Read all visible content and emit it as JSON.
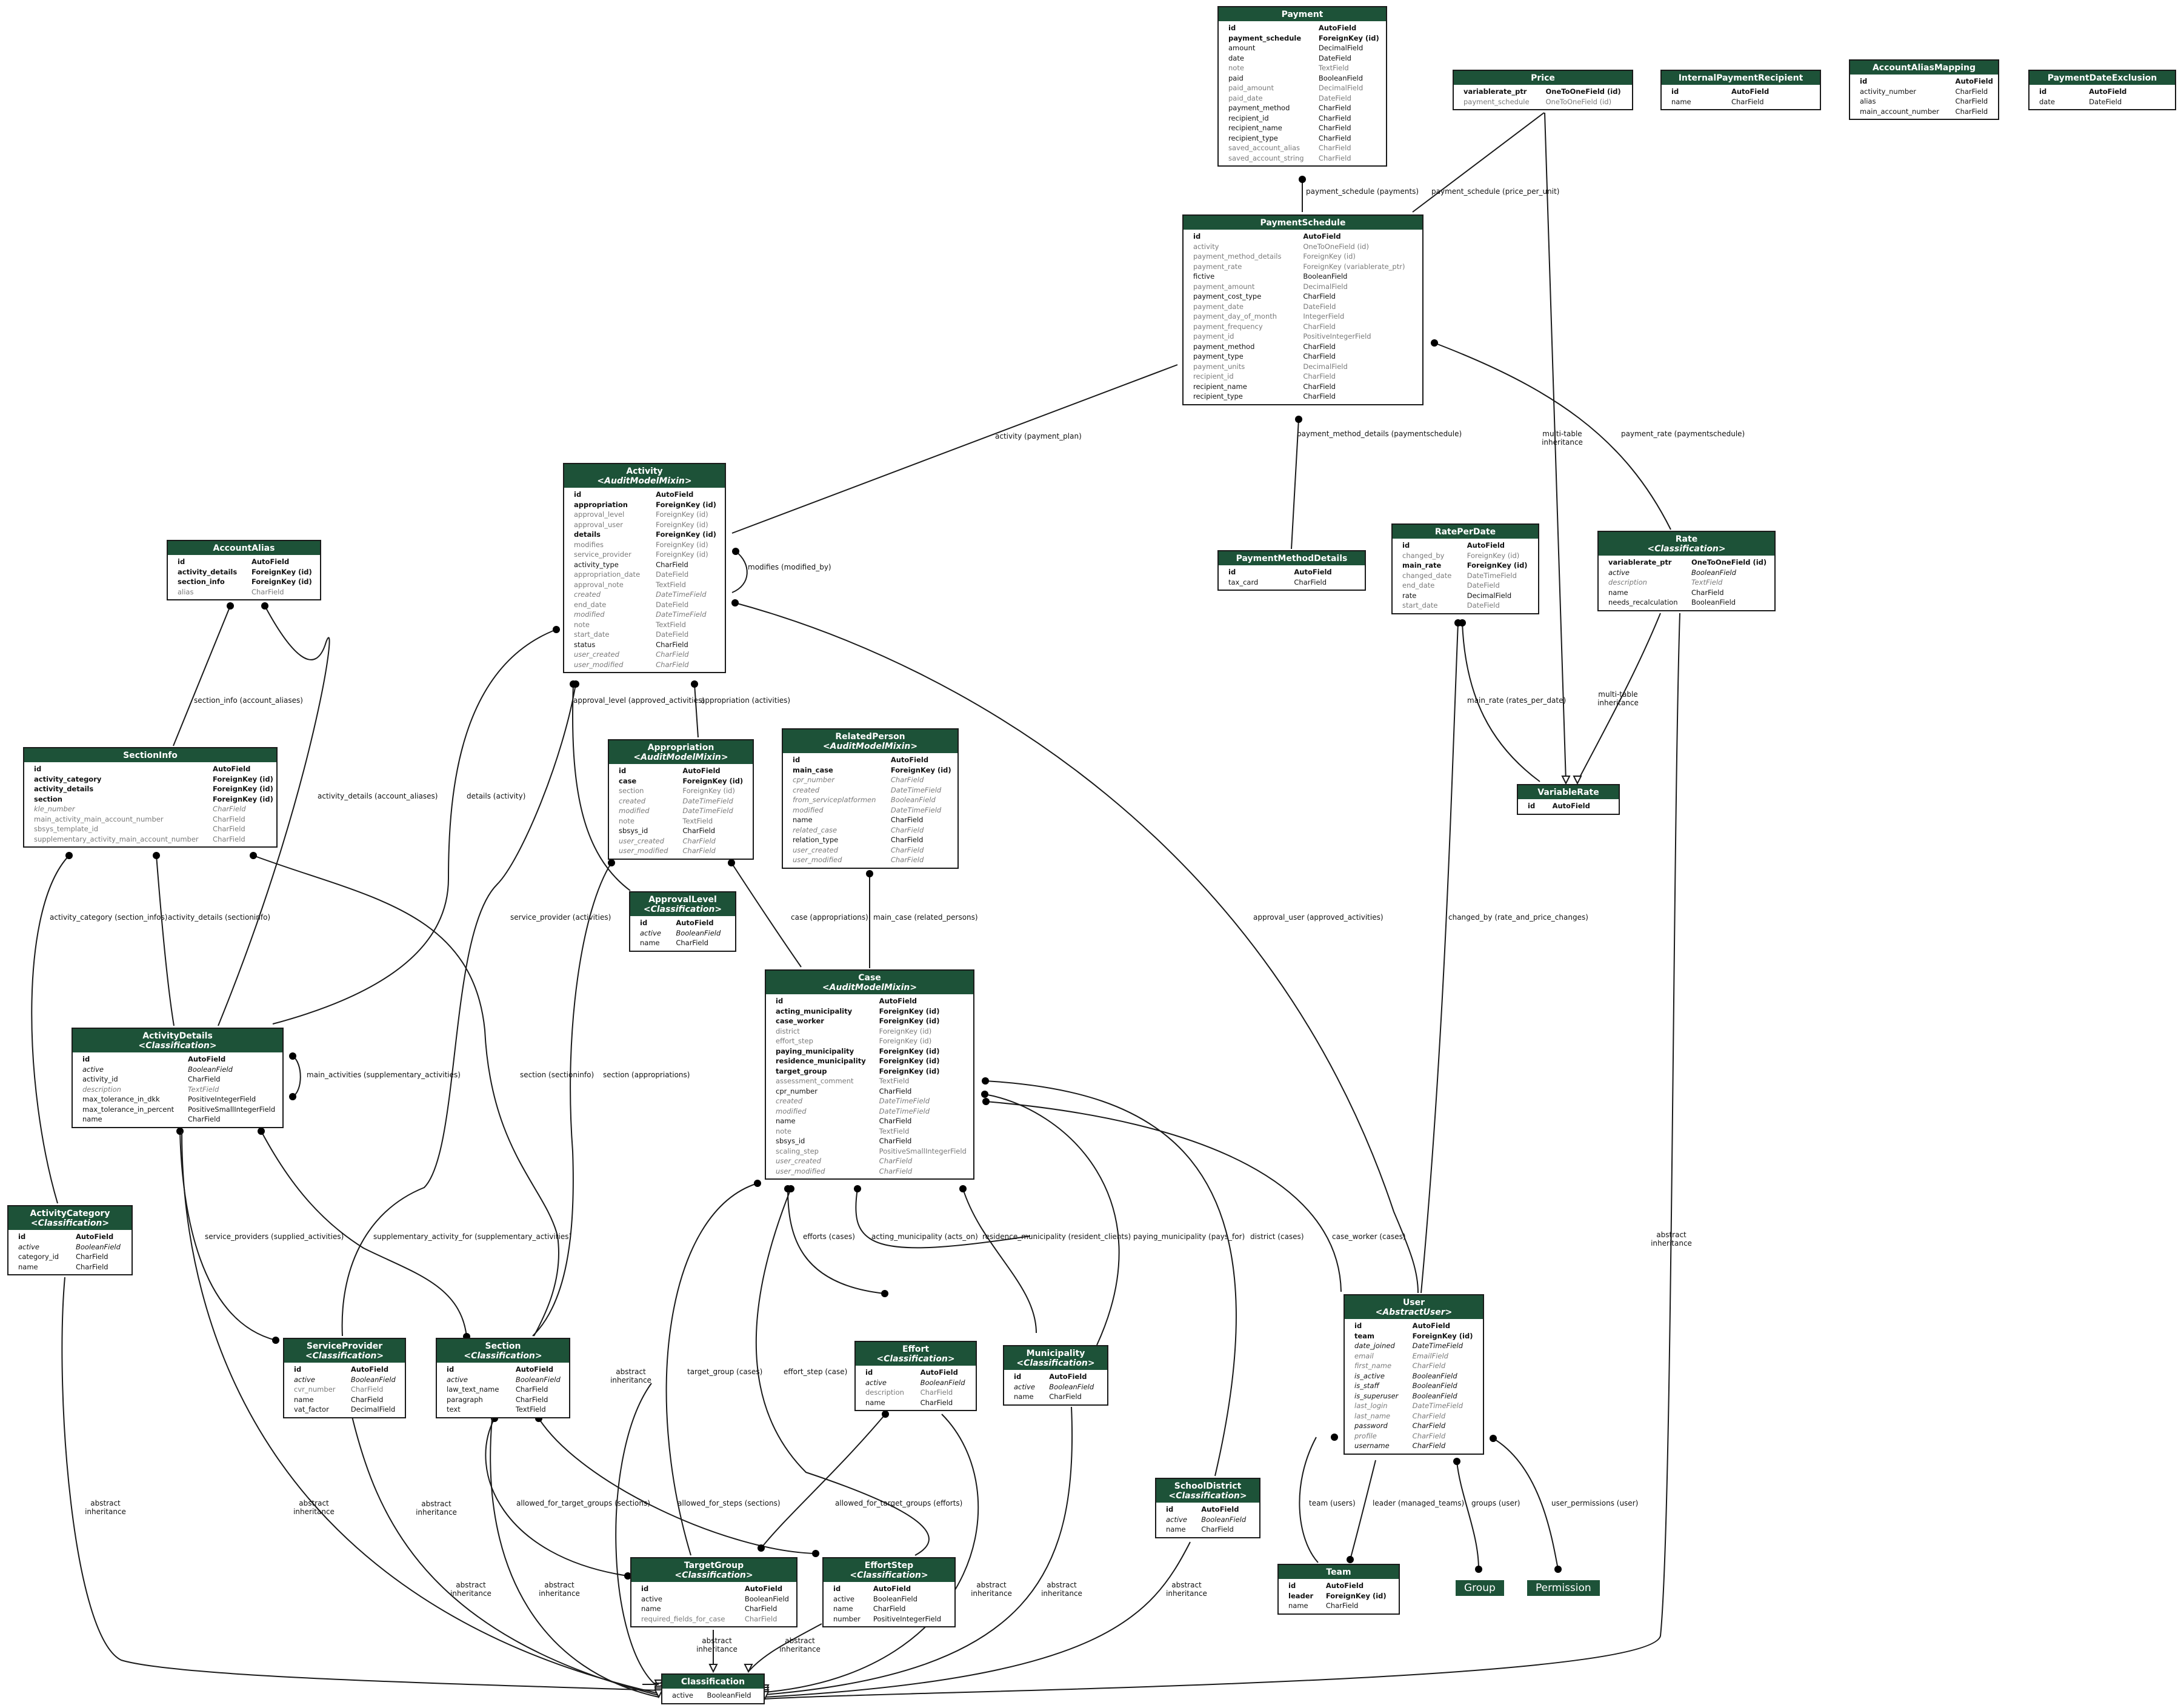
{
  "models": [
    {
      "name": "Payment",
      "fields": [
        [
          "id",
          "AutoField",
          "b"
        ],
        [
          "payment_schedule",
          "ForeignKey (id)",
          "b"
        ],
        [
          "amount",
          "DecimalField",
          ""
        ],
        [
          "date",
          "DateField",
          ""
        ],
        [
          "note",
          "TextField",
          "g"
        ],
        [
          "paid",
          "BooleanField",
          ""
        ],
        [
          "paid_amount",
          "DecimalField",
          "g"
        ],
        [
          "paid_date",
          "DateField",
          "g"
        ],
        [
          "payment_method",
          "CharField",
          ""
        ],
        [
          "recipient_id",
          "CharField",
          ""
        ],
        [
          "recipient_name",
          "CharField",
          ""
        ],
        [
          "recipient_type",
          "CharField",
          ""
        ],
        [
          "saved_account_alias",
          "CharField",
          "g"
        ],
        [
          "saved_account_string",
          "CharField",
          "g"
        ]
      ]
    },
    {
      "name": "Price",
      "fields": [
        [
          "variablerate_ptr",
          "OneToOneField (id)",
          "b"
        ],
        [
          "payment_schedule",
          "OneToOneField (id)",
          "g"
        ]
      ]
    },
    {
      "name": "InternalPaymentRecipient",
      "fields": [
        [
          "id",
          "AutoField",
          "b"
        ],
        [
          "name",
          "CharField",
          ""
        ]
      ]
    },
    {
      "name": "AccountAliasMapping",
      "fields": [
        [
          "id",
          "AutoField",
          "b"
        ],
        [
          "activity_number",
          "CharField",
          ""
        ],
        [
          "alias",
          "CharField",
          ""
        ],
        [
          "main_account_number",
          "CharField",
          ""
        ]
      ]
    },
    {
      "name": "PaymentDateExclusion",
      "fields": [
        [
          "id",
          "AutoField",
          "b"
        ],
        [
          "date",
          "DateField",
          ""
        ]
      ]
    },
    {
      "name": "PaymentSchedule",
      "fields": [
        [
          "id",
          "AutoField",
          "b"
        ],
        [
          "activity",
          "OneToOneField (id)",
          "g"
        ],
        [
          "payment_method_details",
          "ForeignKey (id)",
          "g"
        ],
        [
          "payment_rate",
          "ForeignKey (variablerate_ptr)",
          "g"
        ],
        [
          "fictive",
          "BooleanField",
          ""
        ],
        [
          "payment_amount",
          "DecimalField",
          "g"
        ],
        [
          "payment_cost_type",
          "CharField",
          ""
        ],
        [
          "payment_date",
          "DateField",
          "g"
        ],
        [
          "payment_day_of_month",
          "IntegerField",
          "g"
        ],
        [
          "payment_frequency",
          "CharField",
          "g"
        ],
        [
          "payment_id",
          "PositiveIntegerField",
          "g"
        ],
        [
          "payment_method",
          "CharField",
          ""
        ],
        [
          "payment_type",
          "CharField",
          ""
        ],
        [
          "payment_units",
          "DecimalField",
          "g"
        ],
        [
          "recipient_id",
          "CharField",
          "g"
        ],
        [
          "recipient_name",
          "CharField",
          ""
        ],
        [
          "recipient_type",
          "CharField",
          ""
        ]
      ]
    },
    {
      "name": "Activity",
      "sub": "<AuditModelMixin>",
      "fields": [
        [
          "id",
          "AutoField",
          "b"
        ],
        [
          "appropriation",
          "ForeignKey (id)",
          "b"
        ],
        [
          "approval_level",
          "ForeignKey (id)",
          "g"
        ],
        [
          "approval_user",
          "ForeignKey (id)",
          "g"
        ],
        [
          "details",
          "ForeignKey (id)",
          "b"
        ],
        [
          "modifies",
          "ForeignKey (id)",
          "g"
        ],
        [
          "service_provider",
          "ForeignKey (id)",
          "g"
        ],
        [
          "activity_type",
          "CharField",
          ""
        ],
        [
          "appropriation_date",
          "DateField",
          "g"
        ],
        [
          "approval_note",
          "TextField",
          "g"
        ],
        [
          "created",
          "DateTimeField",
          "gi"
        ],
        [
          "end_date",
          "DateField",
          "g"
        ],
        [
          "modified",
          "DateTimeField",
          "gi"
        ],
        [
          "note",
          "TextField",
          "g"
        ],
        [
          "start_date",
          "DateField",
          "g"
        ],
        [
          "status",
          "CharField",
          ""
        ],
        [
          "user_created",
          "CharField",
          "gi"
        ],
        [
          "user_modified",
          "CharField",
          "gi"
        ]
      ]
    },
    {
      "name": "AccountAlias",
      "fields": [
        [
          "id",
          "AutoField",
          "b"
        ],
        [
          "activity_details",
          "ForeignKey (id)",
          "b"
        ],
        [
          "section_info",
          "ForeignKey (id)",
          "b"
        ],
        [
          "alias",
          "CharField",
          "g"
        ]
      ]
    },
    {
      "name": "PaymentMethodDetails",
      "fields": [
        [
          "id",
          "AutoField",
          "b"
        ],
        [
          "tax_card",
          "CharField",
          ""
        ]
      ]
    },
    {
      "name": "RatePerDate",
      "fields": [
        [
          "id",
          "AutoField",
          "b"
        ],
        [
          "changed_by",
          "ForeignKey (id)",
          "g"
        ],
        [
          "main_rate",
          "ForeignKey (id)",
          "b"
        ],
        [
          "changed_date",
          "DateTimeField",
          "g"
        ],
        [
          "end_date",
          "DateField",
          "g"
        ],
        [
          "rate",
          "DecimalField",
          ""
        ],
        [
          "start_date",
          "DateField",
          "g"
        ]
      ]
    },
    {
      "name": "Rate",
      "sub": "<Classification>",
      "fields": [
        [
          "variablerate_ptr",
          "OneToOneField (id)",
          "b"
        ],
        [
          "active",
          "BooleanField",
          "i"
        ],
        [
          "description",
          "TextField",
          "gi"
        ],
        [
          "name",
          "CharField",
          ""
        ],
        [
          "needs_recalculation",
          "BooleanField",
          ""
        ]
      ]
    },
    {
      "name": "SectionInfo",
      "fields": [
        [
          "id",
          "AutoField",
          "b"
        ],
        [
          "activity_category",
          "ForeignKey (id)",
          "b"
        ],
        [
          "activity_details",
          "ForeignKey (id)",
          "b"
        ],
        [
          "section",
          "ForeignKey (id)",
          "b"
        ],
        [
          "kle_number",
          "CharField",
          "gi"
        ],
        [
          "main_activity_main_account_number",
          "CharField",
          "g"
        ],
        [
          "sbsys_template_id",
          "CharField",
          "g"
        ],
        [
          "supplementary_activity_main_account_number",
          "CharField",
          "g"
        ]
      ]
    },
    {
      "name": "Appropriation",
      "sub": "<AuditModelMixin>",
      "fields": [
        [
          "id",
          "AutoField",
          "b"
        ],
        [
          "case",
          "ForeignKey (id)",
          "b"
        ],
        [
          "section",
          "ForeignKey (id)",
          "g"
        ],
        [
          "created",
          "DateTimeField",
          "gi"
        ],
        [
          "modified",
          "DateTimeField",
          "gi"
        ],
        [
          "note",
          "TextField",
          "g"
        ],
        [
          "sbsys_id",
          "CharField",
          ""
        ],
        [
          "user_created",
          "CharField",
          "gi"
        ],
        [
          "user_modified",
          "CharField",
          "gi"
        ]
      ]
    },
    {
      "name": "RelatedPerson",
      "sub": "<AuditModelMixin>",
      "fields": [
        [
          "id",
          "AutoField",
          "b"
        ],
        [
          "main_case",
          "ForeignKey (id)",
          "b"
        ],
        [
          "cpr_number",
          "CharField",
          "gi"
        ],
        [
          "created",
          "DateTimeField",
          "gi"
        ],
        [
          "from_serviceplatformen",
          "BooleanField",
          "gi"
        ],
        [
          "modified",
          "DateTimeField",
          "gi"
        ],
        [
          "name",
          "CharField",
          ""
        ],
        [
          "related_case",
          "CharField",
          "gi"
        ],
        [
          "relation_type",
          "CharField",
          ""
        ],
        [
          "user_created",
          "CharField",
          "gi"
        ],
        [
          "user_modified",
          "CharField",
          "gi"
        ]
      ]
    },
    {
      "name": "VariableRate",
      "fields": [
        [
          "id",
          "AutoField",
          "b"
        ]
      ]
    },
    {
      "name": "ApprovalLevel",
      "sub": "<Classification>",
      "fields": [
        [
          "id",
          "AutoField",
          "b"
        ],
        [
          "active",
          "BooleanField",
          "i"
        ],
        [
          "name",
          "CharField",
          ""
        ]
      ]
    },
    {
      "name": "Case",
      "sub": "<AuditModelMixin>",
      "fields": [
        [
          "id",
          "AutoField",
          "b"
        ],
        [
          "acting_municipality",
          "ForeignKey (id)",
          "b"
        ],
        [
          "case_worker",
          "ForeignKey (id)",
          "b"
        ],
        [
          "district",
          "ForeignKey (id)",
          "g"
        ],
        [
          "effort_step",
          "ForeignKey (id)",
          "g"
        ],
        [
          "paying_municipality",
          "ForeignKey (id)",
          "b"
        ],
        [
          "residence_municipality",
          "ForeignKey (id)",
          "b"
        ],
        [
          "target_group",
          "ForeignKey (id)",
          "b"
        ],
        [
          "assessment_comment",
          "TextField",
          "g"
        ],
        [
          "cpr_number",
          "CharField",
          ""
        ],
        [
          "created",
          "DateTimeField",
          "gi"
        ],
        [
          "modified",
          "DateTimeField",
          "gi"
        ],
        [
          "name",
          "CharField",
          ""
        ],
        [
          "note",
          "TextField",
          "g"
        ],
        [
          "sbsys_id",
          "CharField",
          ""
        ],
        [
          "scaling_step",
          "PositiveSmallIntegerField",
          "g"
        ],
        [
          "user_created",
          "CharField",
          "gi"
        ],
        [
          "user_modified",
          "CharField",
          "gi"
        ]
      ]
    },
    {
      "name": "ActivityDetails",
      "sub": "<Classification>",
      "fields": [
        [
          "id",
          "AutoField",
          "b"
        ],
        [
          "active",
          "BooleanField",
          "i"
        ],
        [
          "activity_id",
          "CharField",
          ""
        ],
        [
          "description",
          "TextField",
          "gi"
        ],
        [
          "max_tolerance_in_dkk",
          "PositiveIntegerField",
          ""
        ],
        [
          "max_tolerance_in_percent",
          "PositiveSmallIntegerField",
          ""
        ],
        [
          "name",
          "CharField",
          ""
        ]
      ]
    },
    {
      "name": "ActivityCategory",
      "sub": "<Classification>",
      "fields": [
        [
          "id",
          "AutoField",
          "b"
        ],
        [
          "active",
          "BooleanField",
          "i"
        ],
        [
          "category_id",
          "CharField",
          ""
        ],
        [
          "name",
          "CharField",
          ""
        ]
      ]
    },
    {
      "name": "ServiceProvider",
      "sub": "<Classification>",
      "fields": [
        [
          "id",
          "AutoField",
          "b"
        ],
        [
          "active",
          "BooleanField",
          "i"
        ],
        [
          "cvr_number",
          "CharField",
          "g"
        ],
        [
          "name",
          "CharField",
          ""
        ],
        [
          "vat_factor",
          "DecimalField",
          ""
        ]
      ]
    },
    {
      "name": "Section",
      "sub": "<Classification>",
      "fields": [
        [
          "id",
          "AutoField",
          "b"
        ],
        [
          "active",
          "BooleanField",
          "i"
        ],
        [
          "law_text_name",
          "CharField",
          ""
        ],
        [
          "paragraph",
          "CharField",
          ""
        ],
        [
          "text",
          "TextField",
          ""
        ]
      ]
    },
    {
      "name": "Effort",
      "sub": "<Classification>",
      "fields": [
        [
          "id",
          "AutoField",
          "b"
        ],
        [
          "active",
          "BooleanField",
          "i"
        ],
        [
          "description",
          "CharField",
          "g"
        ],
        [
          "name",
          "CharField",
          ""
        ]
      ]
    },
    {
      "name": "Municipality",
      "sub": "<Classification>",
      "fields": [
        [
          "id",
          "AutoField",
          "b"
        ],
        [
          "active",
          "BooleanField",
          "i"
        ],
        [
          "name",
          "CharField",
          ""
        ]
      ]
    },
    {
      "name": "User",
      "sub": "<AbstractUser>",
      "fields": [
        [
          "id",
          "AutoField",
          "b"
        ],
        [
          "team",
          "ForeignKey (id)",
          "b"
        ],
        [
          "date_joined",
          "DateTimeField",
          "i"
        ],
        [
          "email",
          "EmailField",
          "gi"
        ],
        [
          "first_name",
          "CharField",
          "gi"
        ],
        [
          "is_active",
          "BooleanField",
          "i"
        ],
        [
          "is_staff",
          "BooleanField",
          "i"
        ],
        [
          "is_superuser",
          "BooleanField",
          "i"
        ],
        [
          "last_login",
          "DateTimeField",
          "gi"
        ],
        [
          "last_name",
          "CharField",
          "gi"
        ],
        [
          "password",
          "CharField",
          "i"
        ],
        [
          "profile",
          "CharField",
          "gi"
        ],
        [
          "username",
          "CharField",
          "i"
        ]
      ]
    },
    {
      "name": "SchoolDistrict",
      "sub": "<Classification>",
      "fields": [
        [
          "id",
          "AutoField",
          "b"
        ],
        [
          "active",
          "BooleanField",
          "i"
        ],
        [
          "name",
          "CharField",
          ""
        ]
      ]
    },
    {
      "name": "Team",
      "fields": [
        [
          "id",
          "AutoField",
          "b"
        ],
        [
          "leader",
          "ForeignKey (id)",
          "b"
        ],
        [
          "name",
          "CharField",
          ""
        ]
      ]
    },
    {
      "name": "TargetGroup",
      "sub": "<Classification>",
      "fields": [
        [
          "id",
          "AutoField",
          "b"
        ],
        [
          "active",
          "BooleanField",
          ""
        ],
        [
          "name",
          "CharField",
          ""
        ],
        [
          "required_fields_for_case",
          "CharField",
          "g"
        ]
      ]
    },
    {
      "name": "EffortStep",
      "sub": "<Classification>",
      "fields": [
        [
          "id",
          "AutoField",
          "b"
        ],
        [
          "active",
          "BooleanField",
          ""
        ],
        [
          "name",
          "CharField",
          ""
        ],
        [
          "number",
          "PositiveIntegerField",
          ""
        ]
      ]
    },
    {
      "name": "Classification",
      "fields": [
        [
          "active",
          "BooleanField",
          ""
        ]
      ]
    }
  ],
  "chips": [
    "Group",
    "Permission"
  ],
  "edge_labels": [
    "payment_schedule (payments)",
    "payment_schedule (price_per_unit)",
    "multi-table\ninheritance",
    "payment_rate (paymentschedule)",
    "activity (payment_plan)",
    "payment_method_details (paymentschedule)",
    "modifies (modified_by)",
    "main_rate (rates_per_date)",
    "multi-table\ninheritance",
    "section_info (account_aliases)",
    "approval_level (approved_activities)",
    "appropriation (activities)",
    "activity_details (account_aliases)",
    "details (activity)",
    "activity_category (section_infos)",
    "activity_details (sectioninfo)",
    "service_provider (activities)",
    "case (appropriations)",
    "main_case (related_persons)",
    "approval_user (approved_activities)",
    "changed_by (rate_and_price_changes)",
    "main_activities (supplementary_activities)",
    "section (sectioninfo)",
    "section (appropriations)",
    "service_providers (supplied_activities)",
    "supplementary_activity_for (supplementary_activities)",
    "efforts (cases)",
    "acting_municipality (acts_on)",
    "residence_municipality (resident_clients)",
    "paying_municipality (pays_for)",
    "district (cases)",
    "case_worker (cases)",
    "abstract\ninheritance",
    "target_group (cases)",
    "effort_step (case)",
    "abstract\ninheritance",
    "abstract\ninheritance",
    "abstract\ninheritance",
    "allowed_for_target_groups (sections)",
    "allowed_for_steps (sections)",
    "allowed_for_target_groups (efforts)",
    "abstract\ninheritance",
    "abstract\ninheritance",
    "abstract\ninheritance",
    "abstract\ninheritance",
    "abstract\ninheritance",
    "team (users)",
    "leader (managed_teams)",
    "groups (user)",
    "user_permissions (user)",
    "abstract\ninheritance",
    "abstract\ninheritance",
    "abstract\ninheritance"
  ]
}
